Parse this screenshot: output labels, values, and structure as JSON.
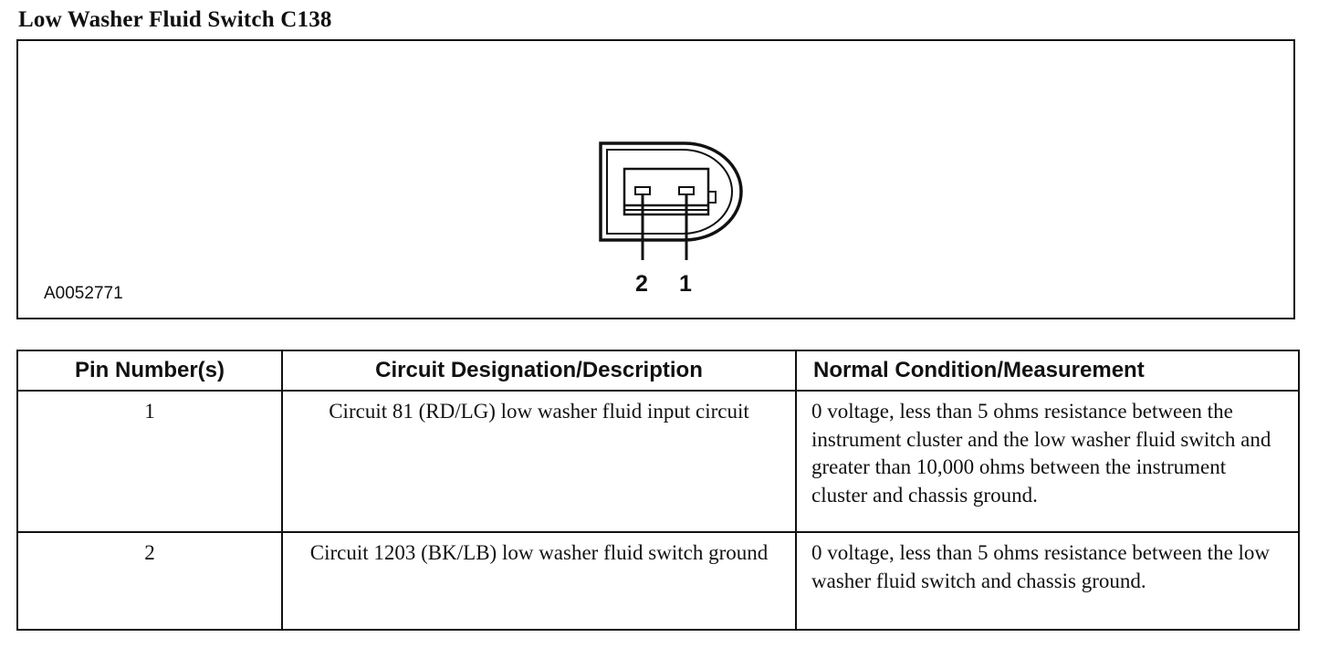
{
  "title": "Low Washer Fluid Switch C138",
  "figure": {
    "id": "A0052771",
    "pin_labels": [
      "2",
      "1"
    ]
  },
  "table": {
    "headers": [
      "Pin Number(s)",
      "Circuit Designation/Description",
      "Normal Condition/Measurement"
    ],
    "rows": [
      {
        "pin": "1",
        "circuit": "Circuit 81 (RD/LG) low washer fluid input circuit",
        "condition": "0 voltage, less than 5 ohms resistance between the instrument cluster and the low washer fluid switch and greater than 10,000 ohms between the instrument cluster and chassis ground."
      },
      {
        "pin": "2",
        "circuit": "Circuit 1203 (BK/LB) low washer fluid switch ground",
        "condition": "0 voltage, less than 5 ohms resistance between the low washer fluid switch and chassis ground."
      }
    ]
  }
}
